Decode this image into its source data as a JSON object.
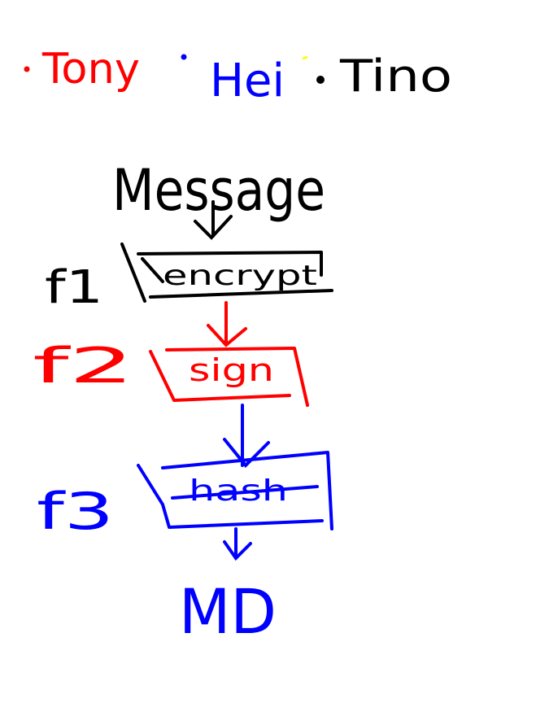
{
  "colors": {
    "red": "#ff0000",
    "blue": "#0000ff",
    "black": "#000000",
    "yellow": "#ffff00",
    "background": "#ffffff"
  },
  "authors": [
    {
      "name": "Tony",
      "color": "#ff0000"
    },
    {
      "name": "Hei",
      "color": "#0000ff"
    },
    {
      "name": "Tino",
      "color": "#000000"
    }
  ],
  "diagram": {
    "input_label": "Message",
    "steps": [
      {
        "label": "f1",
        "operation": "encrypt",
        "color": "#000000"
      },
      {
        "label": "f2",
        "operation": "sign",
        "color": "#ff0000"
      },
      {
        "label": "f3",
        "operation": "hash",
        "color": "#0000ff"
      }
    ],
    "output_label": "MD"
  }
}
